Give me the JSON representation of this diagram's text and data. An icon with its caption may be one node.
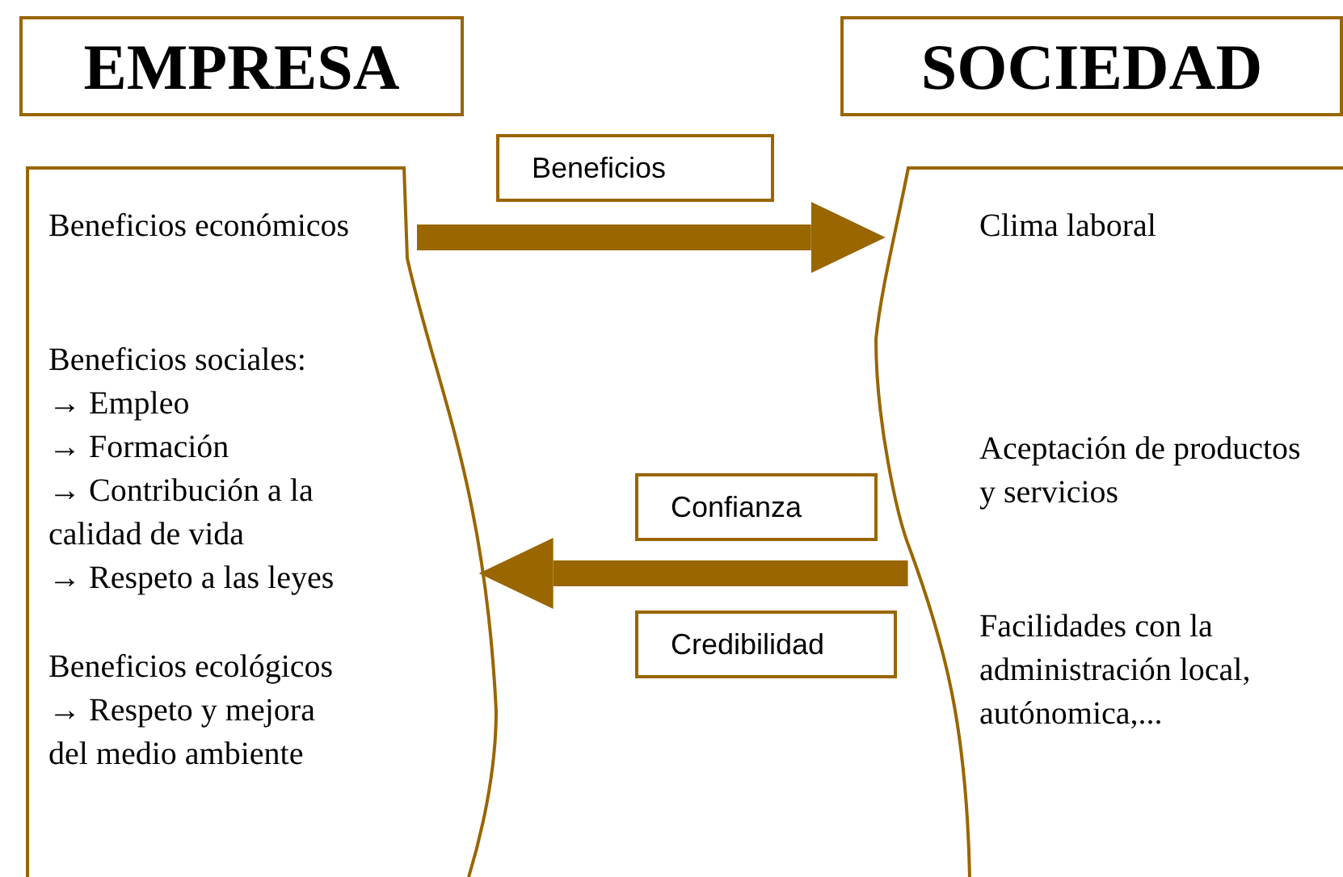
{
  "diagram": {
    "nodes": [
      {
        "text": [
          "EMPRESA"
        ]
      },
      {
        "text": [
          "SOCIEDAD"
        ]
      },
      {
        "text": [
          "Beneficios económicos",
          "Beneficios sociales:",
          "→ Empleo",
          "→ Formación",
          "→ Contribución a la calidad de vida",
          "→ Respeto a las leyes",
          "Beneficios ecológicos",
          "→ Respeto y mejora del medio ambiente"
        ]
      },
      {
        "text": [
          "Clima laboral",
          "Aceptación de productos y servicios",
          "Facilidades con la administración local, autónomica,..."
        ]
      },
      {
        "text": [
          "Beneficios"
        ]
      },
      {
        "text": [
          "Confianza"
        ]
      },
      {
        "text": [
          "Credibilidad"
        ]
      }
    ],
    "edges": [
      {
        "from": 2,
        "to": 3,
        "arrow": "to"
      },
      {
        "from": 3,
        "to": 2,
        "arrow": "to"
      }
    ]
  }
}
